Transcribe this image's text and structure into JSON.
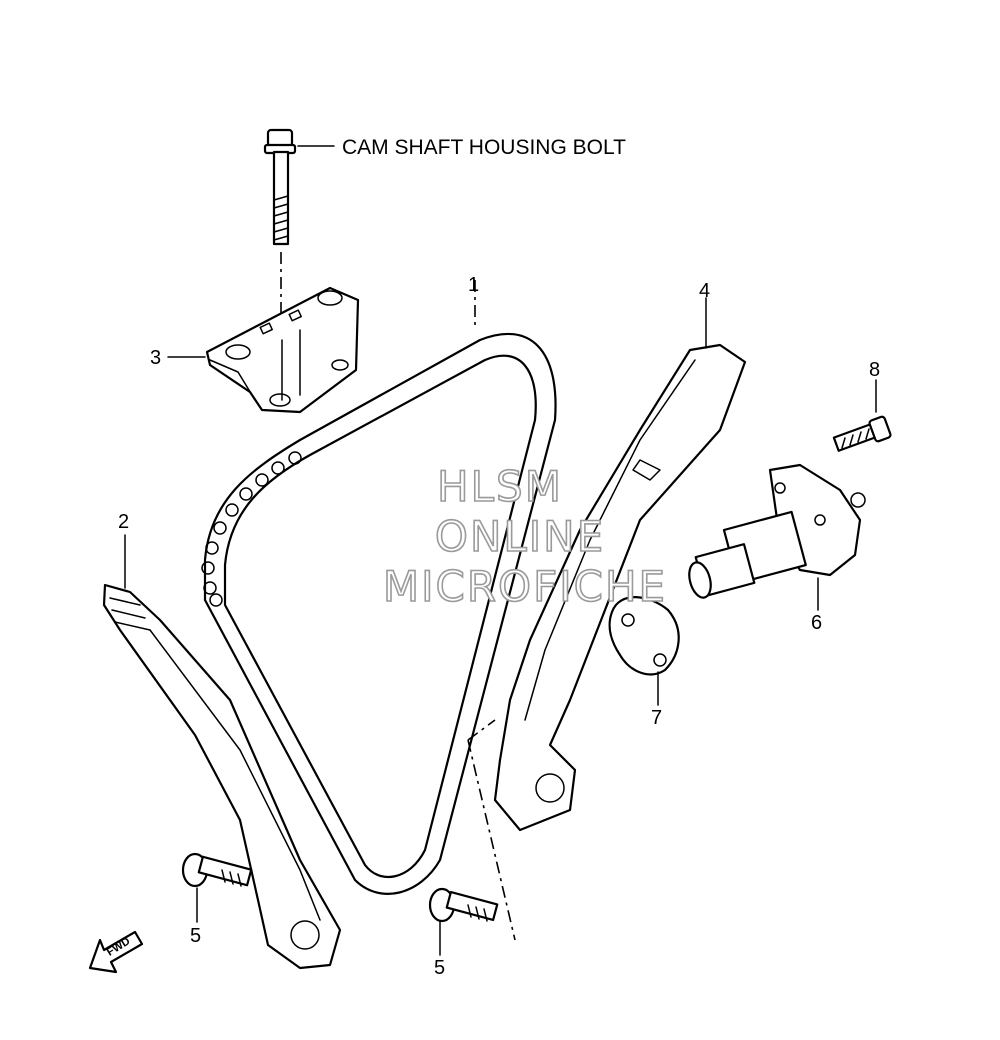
{
  "callout": {
    "text": "CAM SHAFT HOUSING BOLT"
  },
  "parts": [
    {
      "id": "part-1",
      "label": "1"
    },
    {
      "id": "part-2",
      "label": "2"
    },
    {
      "id": "part-3",
      "label": "3"
    },
    {
      "id": "part-4",
      "label": "4"
    },
    {
      "id": "part-5a",
      "label": "5"
    },
    {
      "id": "part-5b",
      "label": "5"
    },
    {
      "id": "part-6",
      "label": "6"
    },
    {
      "id": "part-7",
      "label": "7"
    },
    {
      "id": "part-8",
      "label": "8"
    }
  ],
  "watermark": {
    "line1": "HLSM",
    "line2": "ONLINE",
    "line3": "MICROFICHE"
  },
  "fwd": {
    "label": "FWD"
  }
}
